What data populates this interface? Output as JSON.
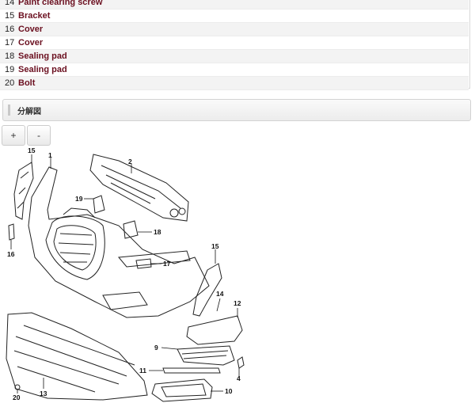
{
  "parts_list": [
    {
      "num": "14",
      "name": "Paint clearing screw"
    },
    {
      "num": "15",
      "name": "Bracket"
    },
    {
      "num": "16",
      "name": "Cover"
    },
    {
      "num": "17",
      "name": "Cover"
    },
    {
      "num": "18",
      "name": "Sealing pad"
    },
    {
      "num": "19",
      "name": "Sealing pad"
    },
    {
      "num": "20",
      "name": "Bolt"
    }
  ],
  "section": {
    "title": "分解図"
  },
  "zoom": {
    "in_label": "+",
    "out_label": "-"
  },
  "diagram": {
    "callouts": [
      "15",
      "1",
      "2",
      "19",
      "18",
      "16",
      "17",
      "15",
      "14",
      "12",
      "9",
      "11",
      "4",
      "10",
      "20",
      "13"
    ]
  }
}
